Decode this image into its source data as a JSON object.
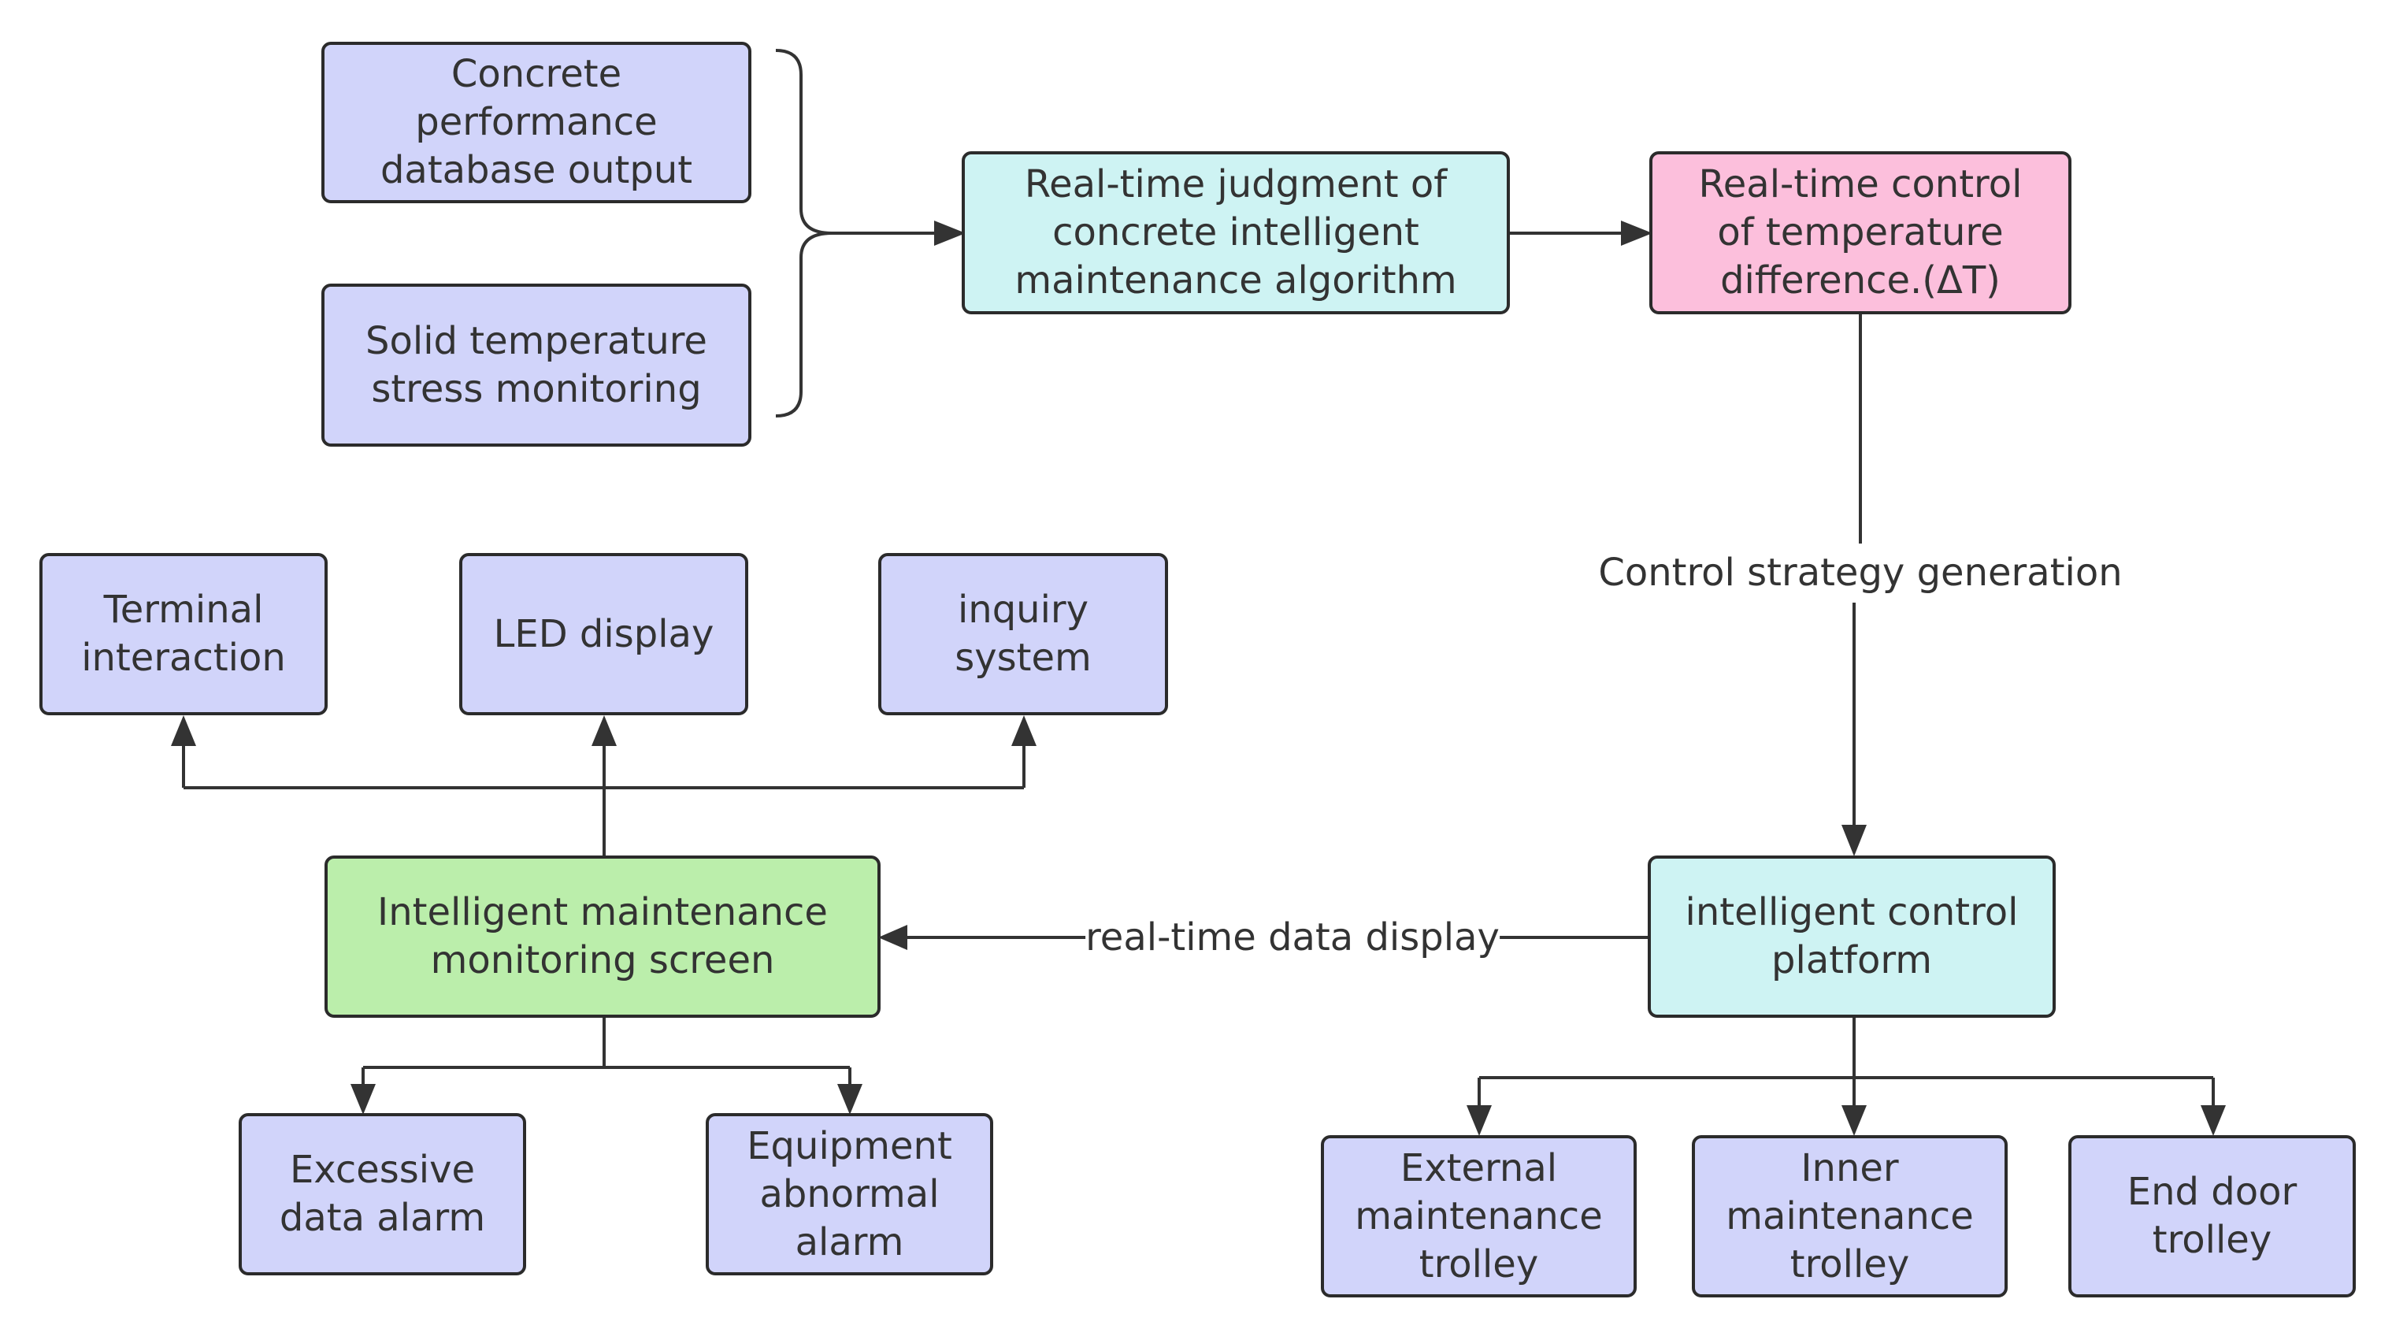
{
  "colors": {
    "lavender": "#d1d4fa",
    "cyan": "#cef3f3",
    "pink": "#fcbfdc",
    "green": "#bbeeab",
    "stroke": "#333333"
  },
  "nodes": {
    "concrete_db": "Concrete\nperformance\ndatabase output",
    "solid_temp": "Solid temperature\nstress monitoring",
    "judgment": "Real-time judgment of\nconcrete intelligent\nmaintenance algorithm",
    "temp_control": "Real-time control\nof temperature\ndifference.(ΔT)",
    "terminal": "Terminal\ninteraction",
    "led": "LED display",
    "inquiry": "inquiry\nsystem",
    "monitoring_screen": "Intelligent maintenance\nmonitoring screen",
    "control_platform": "intelligent control\nplatform",
    "excessive_alarm": "Excessive\ndata alarm",
    "equipment_alarm": "Equipment\nabnormal\nalarm",
    "external_trolley": "External\nmaintenance\ntrolley",
    "inner_trolley": "Inner\nmaintenance\ntrolley",
    "end_door_trolley": "End door\ntrolley"
  },
  "edge_labels": {
    "control_strategy": "Control strategy generation",
    "realtime_display": "real-time data display"
  }
}
